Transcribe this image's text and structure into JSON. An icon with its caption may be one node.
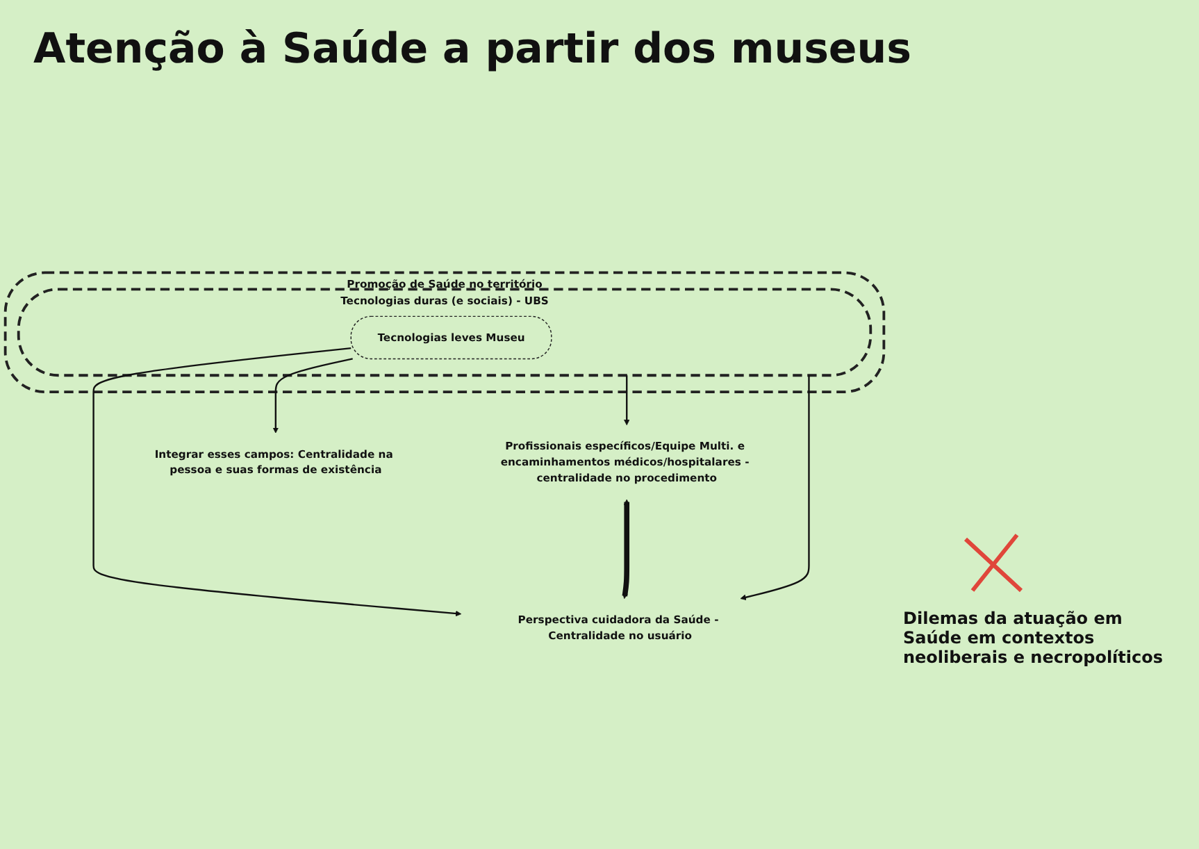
{
  "diagram": {
    "title": "Atenção à Saúde a partir dos museus",
    "nodes": [
      {
        "text": [
          "Promoção de Saúde no território"
        ]
      },
      {
        "text": [
          "Tecnologias duras (e sociais) - UBS"
        ],
        "in": 0
      },
      {
        "text": [
          "Tecnologias leves Museu"
        ],
        "in": 1
      },
      {
        "text": [
          "Profissionais específicos/Equipe Multi. e encaminhamentos médicos/hospitalares - centralidade no procedimento"
        ]
      },
      {
        "text": [
          "Integrar esses campos: Centralidade na pessoa e suas formas de existência"
        ]
      },
      {
        "text": [
          "Perspectiva cuidadora da Saúde - Centralidade no usuário"
        ]
      }
    ],
    "edges": [
      {
        "from": 1,
        "to": 3,
        "arrow": "to"
      },
      {
        "from": 1,
        "to": 5,
        "arrow": "to"
      },
      {
        "from": 2,
        "to": 4,
        "arrow": "to"
      },
      {
        "from": 2,
        "to": 5,
        "arrow": "to"
      },
      {
        "from": 3,
        "to": 5,
        "arrow": "both",
        "style": "thick"
      }
    ],
    "labels": [
      "Dilemas da atuação em Saúde em contextos neoliberais e necropolíticos"
    ]
  }
}
